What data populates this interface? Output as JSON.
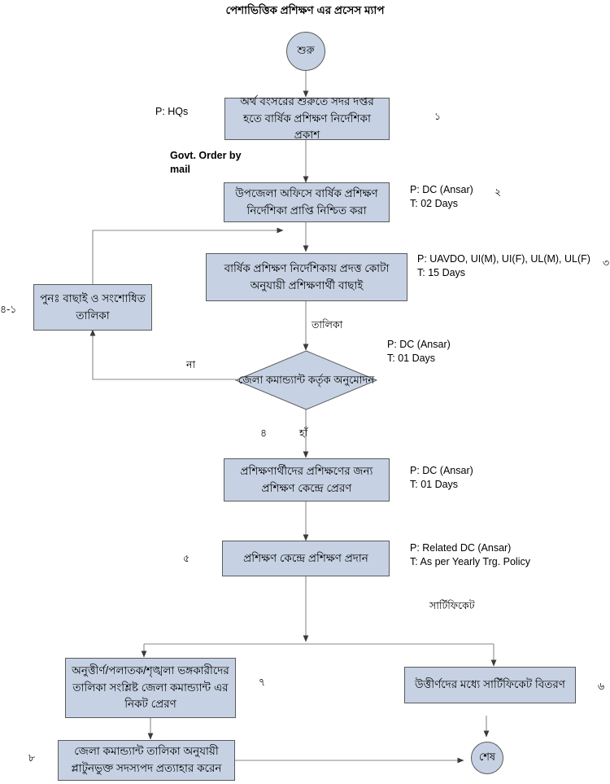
{
  "title": "পেশাভিত্তিক প্রশিক্ষণ এর প্রসেস ম্যাপ",
  "colors": {
    "node_fill": "#c6d2e3",
    "node_border": "#5a5a5a",
    "connector": "#7f7f7f",
    "text": "#000000",
    "background": "#ffffff"
  },
  "nodes": {
    "start": {
      "label": "শুরু",
      "shape": "circle"
    },
    "step1": {
      "label": "অর্থ বংসরের শুরুতে সদর দপ্তর হতে বার্ষিক প্রশিক্ষণ নির্দেশিকা প্রকাশ",
      "shape": "process"
    },
    "step2": {
      "label": "উপজেলা অফিসে বার্ষিক প্রশিক্ষণ নির্দেশিকা প্রাপ্তি নিশ্চিত করা",
      "shape": "process"
    },
    "step3": {
      "label": "বার্ষিক প্রশিক্ষণ নির্দেশিকায় প্রদত্ত কোটা অনুযায়ী প্রশিক্ষণার্থী বাছাই",
      "shape": "process"
    },
    "rework": {
      "label": "পুনঃ  বাছাই ও সংশোধিত তালিকা",
      "shape": "process"
    },
    "decision": {
      "label": "জেলা কমান্ড্যান্ট কর্তৃক অনুমোদন",
      "shape": "diamond"
    },
    "step5": {
      "label": "প্রশিক্ষণার্থীদের প্রশিক্ষণের জন্য প্রশিক্ষণ কেন্দ্রে প্রেরণ",
      "shape": "process"
    },
    "step6": {
      "label": "প্রশিক্ষণ কেন্দ্রে প্রশিক্ষণ প্রদান",
      "shape": "process"
    },
    "fail_list": {
      "label": "অনুত্তীর্ণ/পলাতক/শৃঙ্খলা ভঙ্গকারীদের তালিকা সংশ্লিষ্ট  জেলা কমান্ড্যান্ট এর নিকট প্রেরণ",
      "shape": "process"
    },
    "cert_dist": {
      "label": "উত্তীর্ণদের মধ্যে সার্টিফিকেট বিতরণ",
      "shape": "process"
    },
    "withdraw": {
      "label": "জেলা কমান্ড্যান্ট তালিকা অনুযায়ী প্লাটুনভুক্ত সদস্যপদ প্রত্যাহার করেন",
      "shape": "process"
    },
    "end": {
      "label": "শেষ",
      "shape": "circle"
    }
  },
  "annotations": {
    "step1_actor": "P: HQs",
    "govt_order": "Govt. Order by\nmail",
    "step2_actor": "P: DC (Ansar)\nT: 02 Days",
    "step3_actor": "P: UAVDO, UI(M), UI(F), UL(M), UL(F)\nT: 15 Days",
    "decision_actor": "P: DC (Ansar)\nT: 01 Days",
    "step5_actor": "P: DC (Ansar)\nT: 01 Days",
    "step6_actor": "P: Related DC (Ansar)\nT: As per Yearly Trg. Policy"
  },
  "edge_labels": {
    "list_to_decision": "তালিকা",
    "decision_no": "না",
    "decision_yes": "হাঁ",
    "certificate": "সার্টিফিকেট"
  },
  "step_numbers": {
    "n1": "১",
    "n2": "২",
    "n3": "৩",
    "n4_1": "৪-১",
    "n4": "৪",
    "n5": "৫",
    "n6": "৬",
    "n7": "৭",
    "n8": "৮"
  }
}
